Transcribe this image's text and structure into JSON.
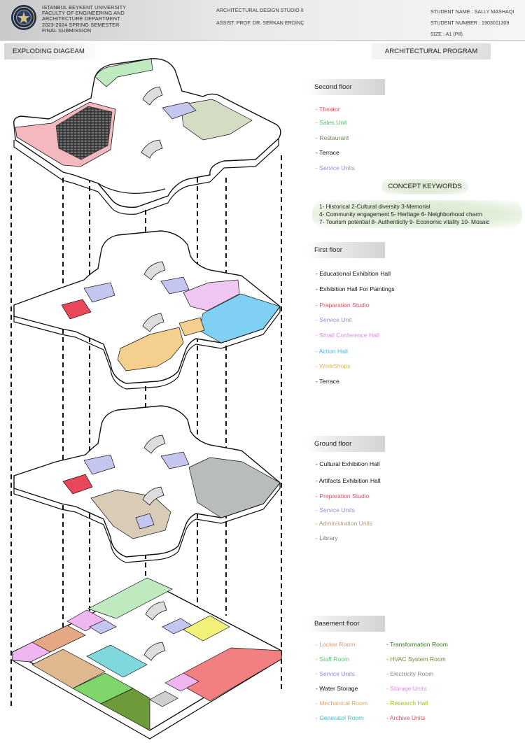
{
  "header": {
    "university_lines": [
      "ISTANBUL BEYKENT UNIVERSITY",
      "FACULTY OF ENGINEERING AND",
      "ARCHITECTURE DEPARTMENT",
      "2023-2024 SPRING SEMESTER",
      "FINAL SUBMISSION"
    ],
    "studio": "ARCHITECTURAL DESIGN STUDIO II",
    "assistant": "ASSIST. PROF. DR. SERKAN ERDİNÇ",
    "student_name": "STUDENT NAME : SALLY MASHAQI",
    "student_number": "STUDENT NUMBER : 1903011309",
    "size": "SIZE : A1 (P8)"
  },
  "titles": {
    "exploding": "EXPLODING DIAGEAM",
    "program": "ARCHITECTURAL PROGRAM",
    "concept": "CONCEPT KEYWORDS"
  },
  "concept_keywords": [
    "1- Historical   2-Cultural diversity   3-Memorial",
    "4- Community engagement   5- Heritage   6- Neighborhood charm",
    "7- Tourism potential    8- Authenticity   9- Economic vitality 10- Mosaic"
  ],
  "colors": {
    "theater": "#e8485a",
    "sales": "#45c45a",
    "restaurant": "#6e8a55",
    "service": "#8a8ee0",
    "prep": "#e8485a",
    "conference": "#d98ae0",
    "action": "#3fb4e8",
    "workshop": "#e8b450",
    "admin": "#b39a78",
    "library": "#7a7a7a",
    "locker": "#e39468",
    "staff": "#4fce6a",
    "mechanical": "#d9a46a",
    "generator": "#33c0c8",
    "transform": "#2f7a1e",
    "hvac": "#6f8a3a",
    "electricity": "#888888",
    "storage": "#e784e8",
    "research": "#a8b81a",
    "archive": "#e8485a",
    "black": "#111111"
  },
  "floors": [
    {
      "title": "Second floor",
      "items": [
        {
          "label": "- Theator",
          "color": "theater"
        },
        {
          "label": "- Sales Unit",
          "color": "sales"
        },
        {
          "label": "- Restaurant",
          "color": "restaurant"
        },
        {
          "label": "- Terrace",
          "color": "black"
        },
        {
          "label": "- Service Units",
          "color": "service"
        }
      ]
    },
    {
      "title": "First floor",
      "items": [
        {
          "label": "- Educational Exhibition Hall",
          "color": "black"
        },
        {
          "label": "- Exhibition Hall For Paintings",
          "color": "black"
        },
        {
          "label": "- Preparation Studio",
          "color": "prep"
        },
        {
          "label": "- Service Unit",
          "color": "service"
        },
        {
          "label": "- Small Conference Hall",
          "color": "conference"
        },
        {
          "label": "- Action Hall",
          "color": "action"
        },
        {
          "label": "- WorkShops",
          "color": "workshop"
        },
        {
          "label": "- Terrace",
          "color": "black"
        }
      ]
    },
    {
      "title": "Ground floor",
      "items": [
        {
          "label": "- Cultural Exhibition Hall",
          "color": "black"
        },
        {
          "label": "- Artifacts Exhibition Hall",
          "color": "black"
        },
        {
          "label": "- Preparation Studio",
          "color": "prep"
        },
        {
          "label": "- Service Units",
          "color": "service"
        },
        {
          "label": "- Administration Units",
          "color": "admin"
        },
        {
          "label": "- Library",
          "color": "library"
        }
      ]
    },
    {
      "title": "Basement floor",
      "items_left": [
        {
          "label": "- Locker Room",
          "color": "locker"
        },
        {
          "label": "- Staff Room",
          "color": "staff"
        },
        {
          "label": "- Service Units",
          "color": "service"
        },
        {
          "label": "- Water Storage",
          "color": "black"
        },
        {
          "label": "- Mechanical Room",
          "color": "mechanical"
        },
        {
          "label": "- Generatol Room",
          "color": "generator"
        }
      ],
      "items_right": [
        {
          "label": "- Transformation Room",
          "color": "transform"
        },
        {
          "label": "- HVAC System Room",
          "color": "hvac"
        },
        {
          "label": "- Electricity Room",
          "color": "electricity"
        },
        {
          "label": "- Storage Units",
          "color": "storage"
        },
        {
          "label": "- Research Hall",
          "color": "research"
        },
        {
          "label": "- Archive Units",
          "color": "archive"
        }
      ]
    }
  ]
}
